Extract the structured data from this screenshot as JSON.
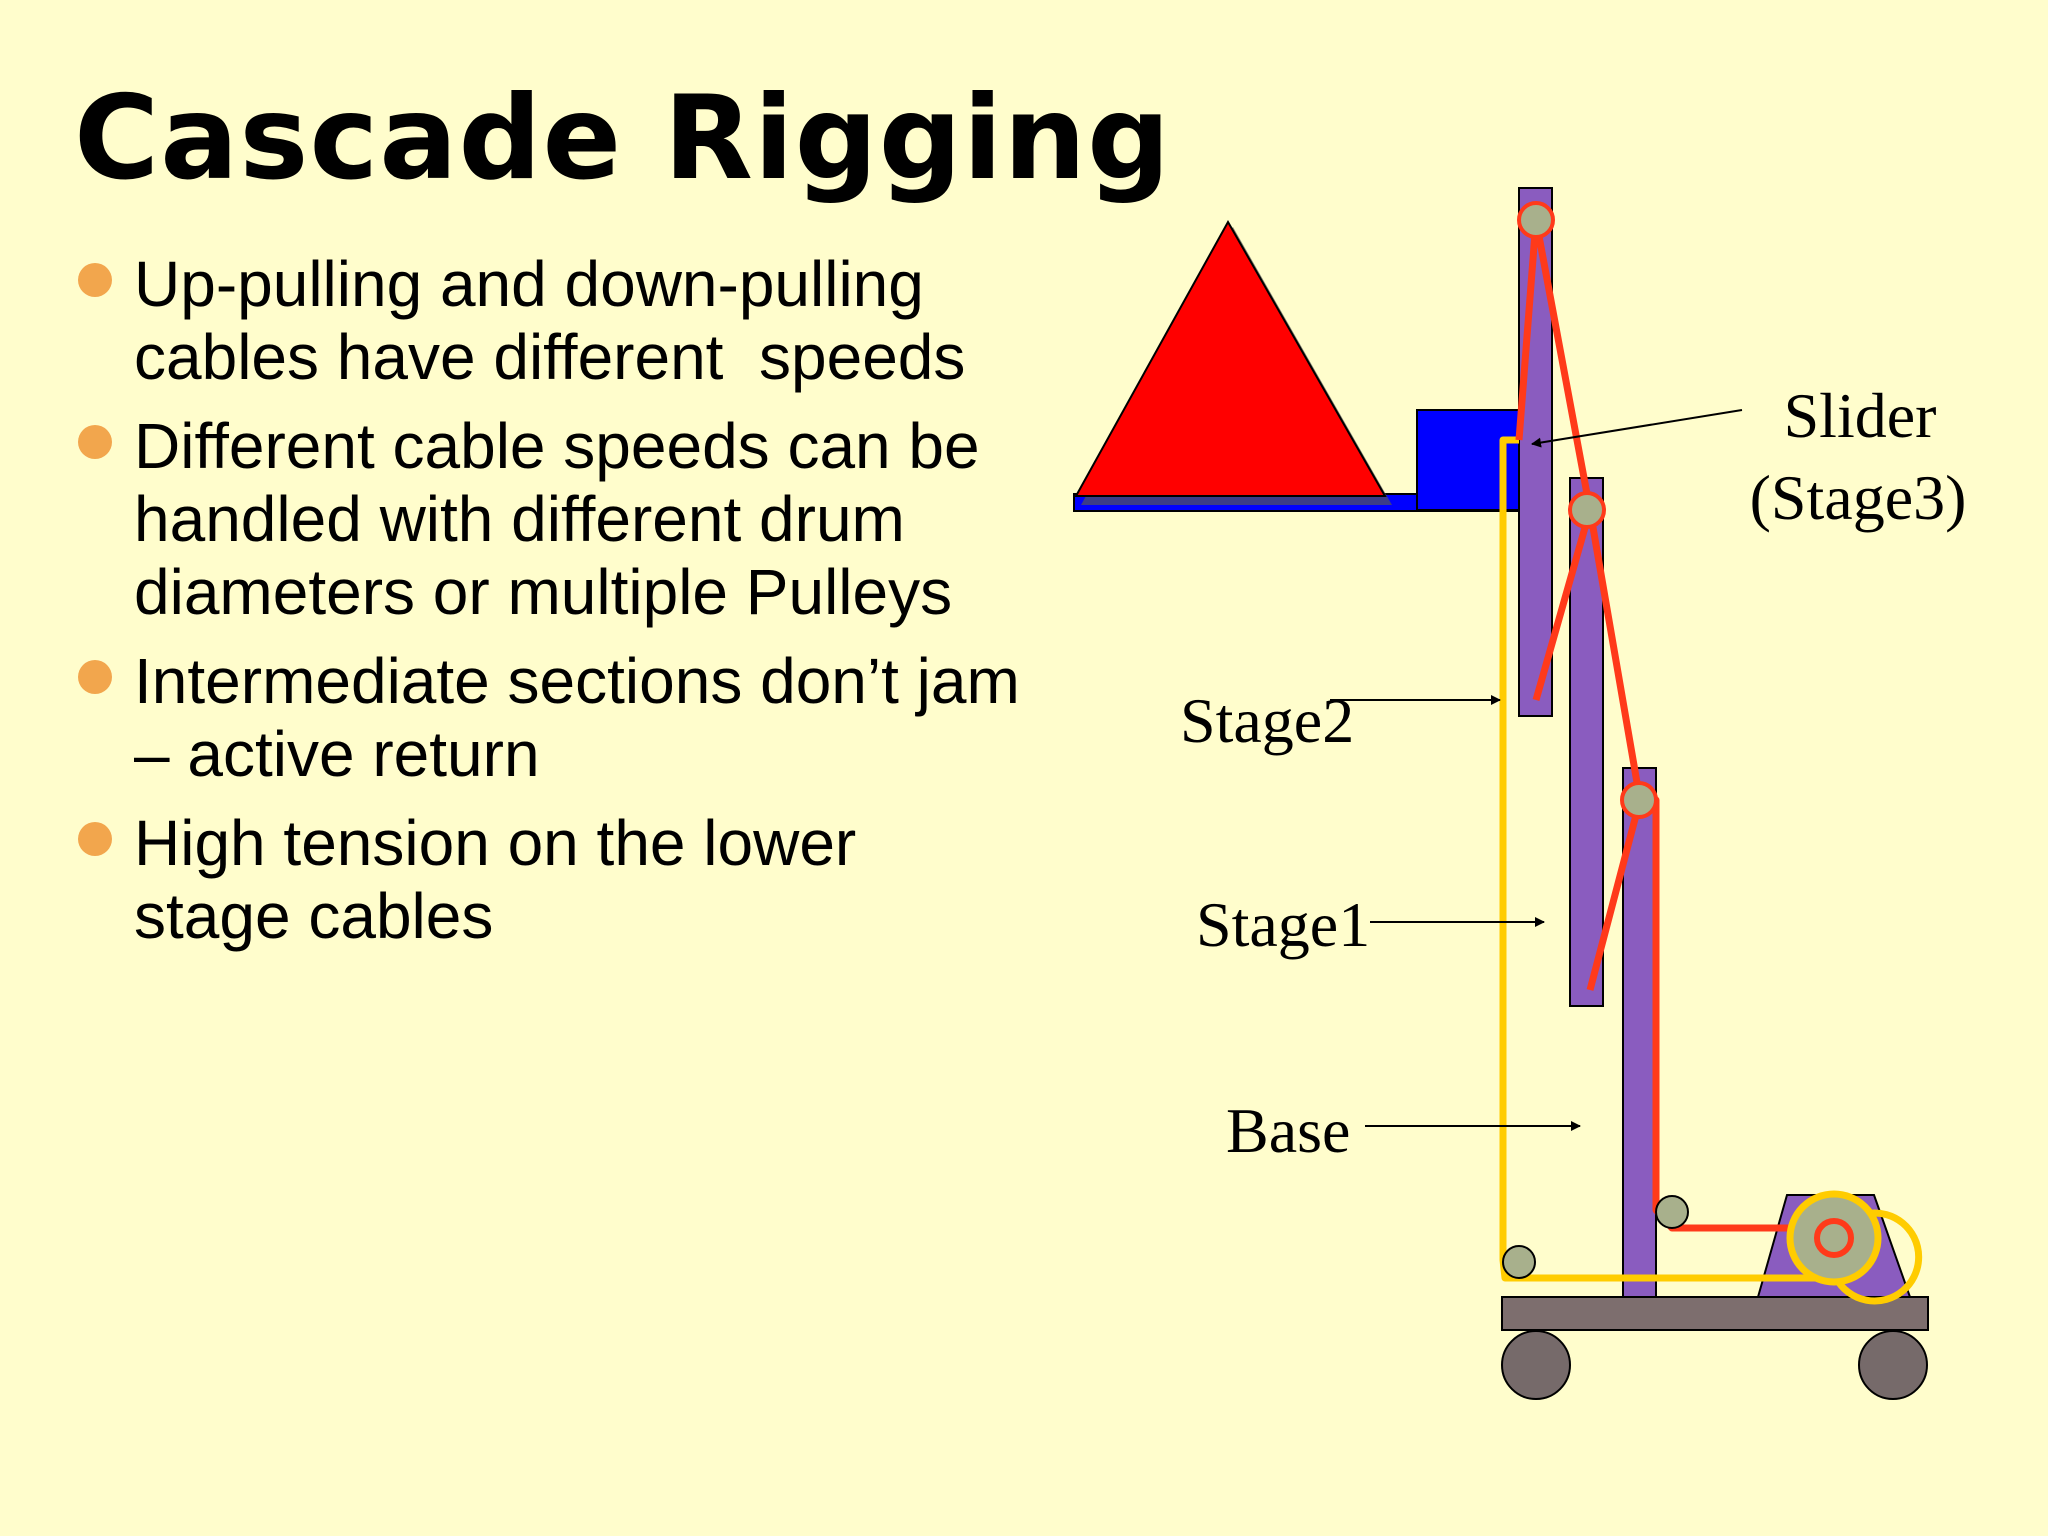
{
  "slide": {
    "title": "Cascade Rigging",
    "bullets": [
      {
        "text": "Up-pulling and down-pulling\ncables have different  speeds"
      },
      {
        "text": "Different cable speeds can be\nhandled with different drum\ndiameters or multiple Pulleys"
      },
      {
        "text": "Intermediate sections don’t jam\n– active return"
      },
      {
        "text": "High tension on the lower\nstage cables"
      }
    ]
  },
  "diagram": {
    "labels": {
      "slider_line1": "Slider",
      "slider_line2": "(Stage3)",
      "stage2": "Stage2",
      "stage1": "Stage1",
      "base": "Base"
    }
  },
  "colors": {
    "background": "#fffdcc",
    "bullet": "#f2a64d",
    "stage": "#8a5cbf",
    "load_triangle": "#ff0000",
    "carriage": "#0000ff",
    "up_cable": "#ff3a1a",
    "return_cable": "#ffcc00",
    "pulley": "#a8b08c",
    "base_frame": "#7d6e6e",
    "wheel": "#766a6a"
  }
}
